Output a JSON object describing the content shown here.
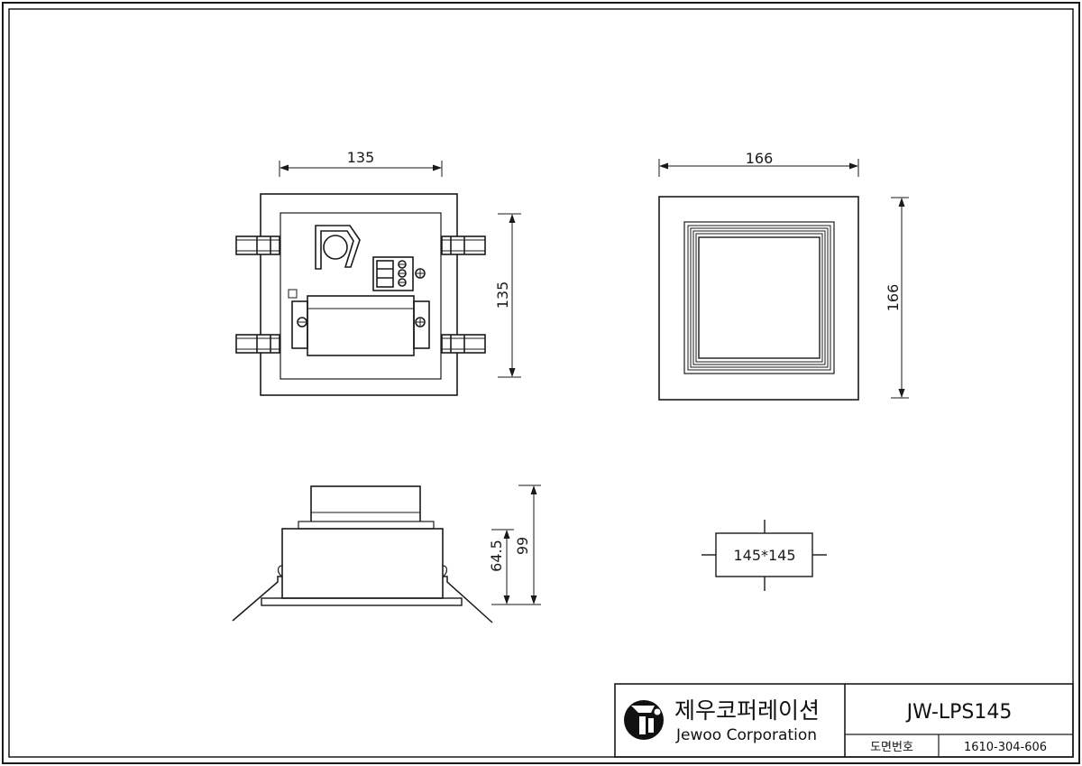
{
  "colors": {
    "ink": "#1a1a1a",
    "paper": "#ffffff"
  },
  "dimensions": {
    "top_view_width": "135",
    "top_view_height": "135",
    "front_view_width": "166",
    "front_view_height": "166",
    "side_body_height": "64.5",
    "side_total_height": "99",
    "cutout": "145*145"
  },
  "title_block": {
    "company_korean": "제우코퍼레이션",
    "company_english": "Jewoo Corporation",
    "model": "JW-LPS145",
    "drawing_no_label": "도면번호",
    "drawing_no": "1610-304-606",
    "logo_icon": "jewoo-logo-icon"
  }
}
